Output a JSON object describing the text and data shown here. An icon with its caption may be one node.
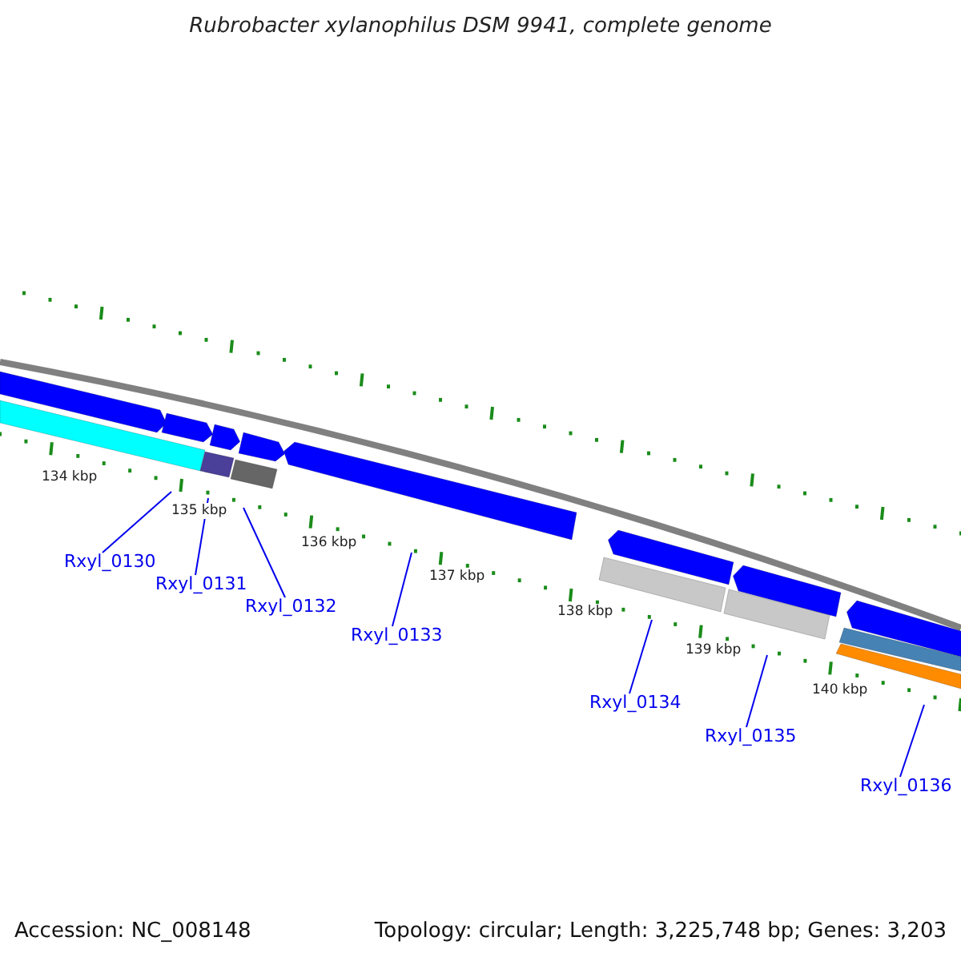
{
  "diagram": {
    "title": "Rubrobacter xylanophilus DSM 9941, complete genome",
    "nodes": [
      {
        "text": [
          "Rxyl_0130"
        ]
      },
      {
        "text": [
          "Rxyl_0131"
        ]
      },
      {
        "text": [
          "Rxyl_0132"
        ]
      },
      {
        "text": [
          "Rxyl_0133"
        ]
      },
      {
        "text": [
          "Rxyl_0134"
        ]
      },
      {
        "text": [
          "Rxyl_0135"
        ]
      },
      {
        "text": [
          "Rxyl_0136"
        ]
      },
      {
        "text": [],
        "shape": "bar"
      },
      {
        "text": [],
        "shape": "bar"
      },
      {
        "text": [],
        "shape": "bar"
      },
      {
        "text": [],
        "shape": "arrow"
      },
      {
        "text": [],
        "shape": "bar"
      },
      {
        "text": [],
        "shape": "bar"
      },
      {
        "text": [],
        "shape": "bar"
      },
      {
        "text": [],
        "shape": "arrow"
      },
      {
        "text": [],
        "shape": "arrow"
      },
      {
        "text": [],
        "shape": "arrow"
      },
      {
        "text": [],
        "shape": "arrow"
      },
      {
        "text": [],
        "shape": "arrow"
      },
      {
        "text": [],
        "shape": "arrow"
      },
      {
        "text": [],
        "shape": "arrow"
      },
      {
        "text": [],
        "shape": "bar"
      }
    ],
    "edges": [
      {
        "from": 0,
        "to": 7,
        "arrow": "none"
      },
      {
        "from": 1,
        "to": 8,
        "arrow": "none"
      },
      {
        "from": 2,
        "to": 9,
        "arrow": "none"
      },
      {
        "from": 3,
        "to": 10,
        "arrow": "none"
      },
      {
        "from": 4,
        "to": 11,
        "arrow": "none"
      },
      {
        "from": 5,
        "to": 12,
        "arrow": "none"
      },
      {
        "from": 6,
        "to": 13,
        "arrow": "none"
      }
    ],
    "labels": [
      "134 kbp",
      "135 kbp",
      "136 kbp",
      "137 kbp",
      "138 kbp",
      "139 kbp",
      "140 kbp",
      "Accession: NC_008148",
      "Topology: circular; Length: 3,225,748 bp; Genes: 3,203"
    ]
  }
}
